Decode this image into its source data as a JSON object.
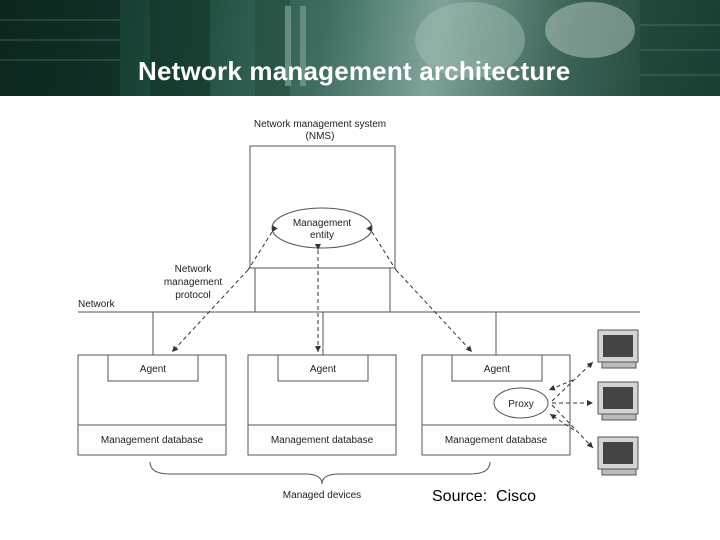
{
  "title": "Network management architecture",
  "source": "Source:  Cisco",
  "diagram": {
    "nms_label_line1": "Network management system",
    "nms_label_line2": "(NMS)",
    "entity_line1": "Management",
    "entity_line2": "entity",
    "protocol_line1": "Network",
    "protocol_line2": "management",
    "protocol_line3": "protocol",
    "network_label": "Network",
    "agent_1": "Agent",
    "agent_2": "Agent",
    "agent_3": "Agent",
    "proxy": "Proxy",
    "db_1": "Management database",
    "db_2": "Management database",
    "db_3": "Management database",
    "managed_devices": "Managed devices"
  },
  "colors": {
    "banner_dark": "#0e2a22",
    "banner_light": "#7fa39a",
    "line": "#555555",
    "title_text": "#ffffff"
  }
}
